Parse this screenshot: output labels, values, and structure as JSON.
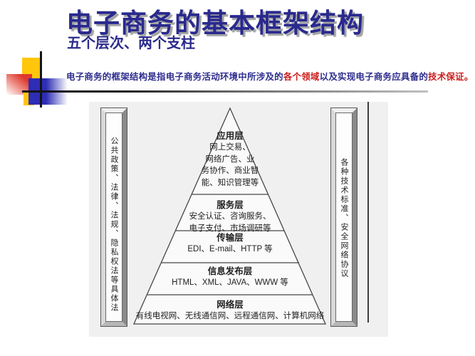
{
  "slide": {
    "title": "电子商务的基本框架结构",
    "subtitle": "五个层次、两个支柱",
    "body": {
      "part1": "电子商务的框架结构是指电子商务活动环境中所涉及的",
      "highlight1": "各个领域",
      "part2": "以及实现电子商务应具备的",
      "highlight2": "技术保证。"
    }
  },
  "diagram": {
    "left_pillar": "公共政策、法律、法规、隐私权法等具体法",
    "right_pillar": "各种技术标准、安全网络协议",
    "pyramid_layers": [
      {
        "label": "应用层",
        "desc_lines": [
          "网上交易、",
          "网络广告、业",
          "务协作、商业智",
          "能、知识管理等"
        ]
      },
      {
        "label": "服务层",
        "desc_lines": [
          "安全认证、咨询服务、",
          "电子支付、市场调研等"
        ]
      },
      {
        "label": "传输层",
        "desc_lines": [
          "EDI、E-mail、HTTP 等"
        ]
      },
      {
        "label": "信息发布层",
        "desc_lines": [
          "HTML、XML、JAVA、WWW 等"
        ]
      },
      {
        "label": "网络层",
        "desc_lines": [
          "有线电视网、无线通信网、远程通信网、计算机网络"
        ]
      }
    ]
  },
  "colors": {
    "title_navy": "#29298e",
    "body_navy": "#2e2e8f",
    "highlight_red": "#cc2020",
    "accent_yellow": "#ffc60a",
    "accent_red": "#df382d",
    "accent_blue": "#2d2db5",
    "diagram_background": "#f0f0f0"
  }
}
